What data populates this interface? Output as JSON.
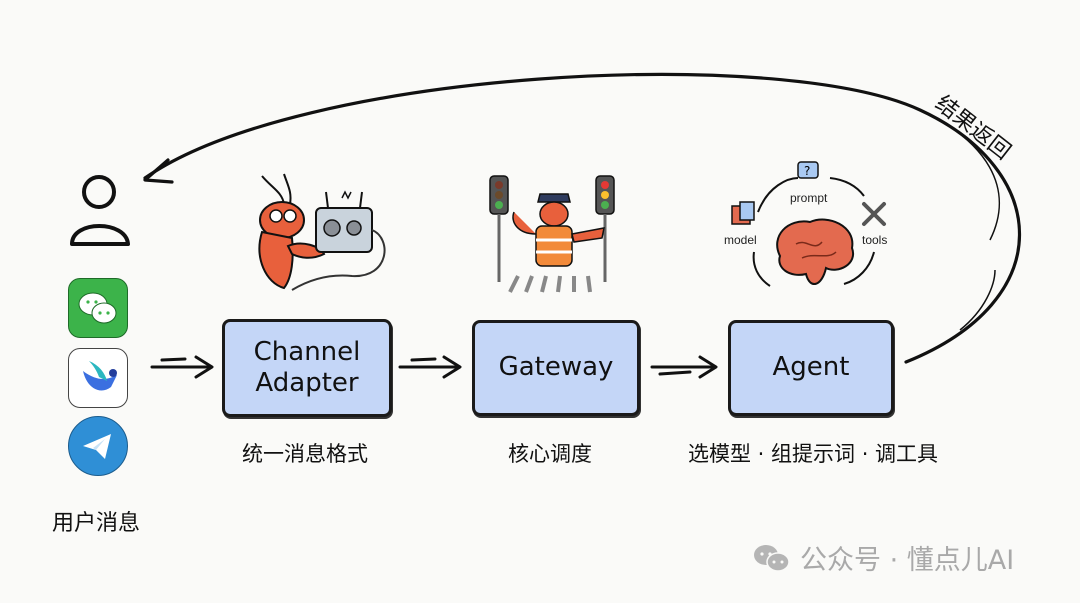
{
  "diagram": {
    "user": {
      "icon": "user-icon",
      "label": "用户消息"
    },
    "channels": [
      {
        "name": "wechat",
        "icon": "wechat-icon",
        "color": "#3cb34a"
      },
      {
        "name": "feishu",
        "icon": "feishu-bird-icon",
        "color": "#3b6fe0"
      },
      {
        "name": "telegram",
        "icon": "telegram-icon",
        "color": "#2f8fd6"
      }
    ],
    "nodes": [
      {
        "id": "channel-adapter",
        "line1": "Channel",
        "line2": "Adapter",
        "caption": "统一消息格式",
        "illustration": "lobster-adapter-illustration"
      },
      {
        "id": "gateway",
        "label": "Gateway",
        "caption": "核心调度",
        "illustration": "lobster-traffic-officer-illustration"
      },
      {
        "id": "agent",
        "label": "Agent",
        "caption": "选模型 · 组提示词 · 调工具",
        "illustration": "brain-cycle-illustration"
      }
    ],
    "agent_cycle_labels": {
      "prompt": "prompt",
      "tools": "tools",
      "model": "model",
      "prompt_glyph": "?"
    },
    "return_label": "结果返回",
    "colors": {
      "node_fill": "#c4d6f7",
      "lobster": "#e8603c",
      "brain": "#e36a4f",
      "background": "#fafaf8"
    }
  },
  "watermark": {
    "text": "公众号 · 懂点儿AI",
    "icon": "wechat-icon"
  }
}
